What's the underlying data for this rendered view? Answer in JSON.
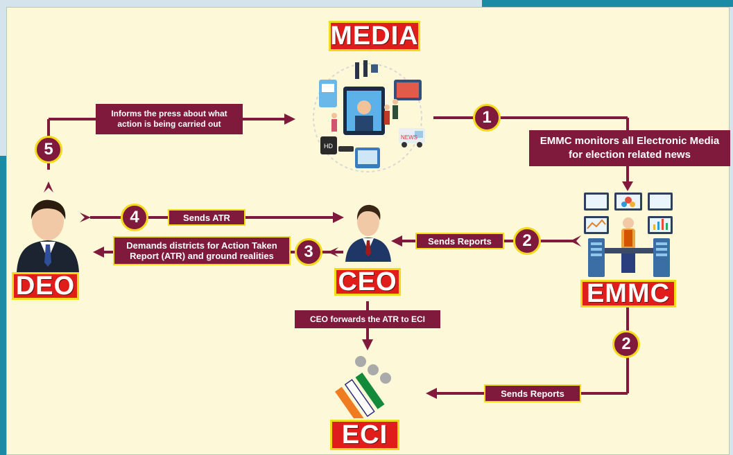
{
  "titles": {
    "media": "MEDIA",
    "deo": "DEO",
    "ceo": "CEO",
    "emmc": "EMMC",
    "eci": "ECI"
  },
  "labels": {
    "informs_press": "Informs the press about what action is being carried out",
    "emmc_monitors": "EMMC monitors all Electronic Media for election related news",
    "sends_atr": "Sends ATR",
    "sends_reports_ceo": "Sends Reports",
    "demands_districts": "Demands districts for Action Taken Report (ATR) and ground realities",
    "ceo_forwards": "CEO forwards the ATR to ECI",
    "sends_reports_eci": "Sends Reports"
  },
  "steps": {
    "s1": "1",
    "s2a": "2",
    "s2b": "2",
    "s3": "3",
    "s4": "4",
    "s5": "5"
  },
  "colors": {
    "maroon": "#7f1a3c",
    "title_red": "#e01d1b",
    "title_border": "#f3da1a",
    "background": "#fdf8d8",
    "teal": "#1b8aa5"
  },
  "icons": {
    "media": "media-collage-icon",
    "emmc": "monitoring-control-room-icon",
    "eci": "eci-logo-icon",
    "deo": "official-person-icon",
    "ceo": "official-person-icon"
  }
}
